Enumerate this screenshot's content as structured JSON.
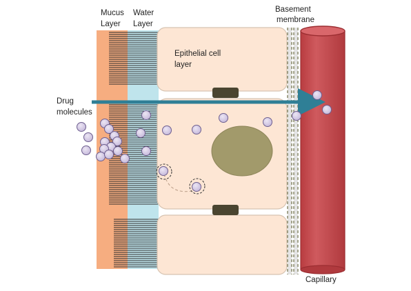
{
  "labels": {
    "mucus_line1": "Mucus",
    "mucus_line2": "Layer",
    "water_line1": "Water",
    "water_line2": "Layer",
    "basement_line1": "Basement",
    "basement_line2": "membrane",
    "epithelial_line1": "Epithelial cell",
    "epithelial_line2": "layer",
    "drug_line1": "Drug",
    "drug_line2": "molecules",
    "capillary": "Capillary"
  },
  "colors": {
    "mucus": "#f6ad80",
    "water": "#bfe4ec",
    "cell_fill": "#fde6d4",
    "cell_stroke": "#d7c4b2",
    "nucleus": "#a29a6b",
    "junction": "#4a4530",
    "capillary": "#c44b4f",
    "arrow": "#2f7f96",
    "molecule": "#d3c8e4",
    "molecule_stroke": "#6d5e8e",
    "microvilli": "#2c2c2c"
  }
}
